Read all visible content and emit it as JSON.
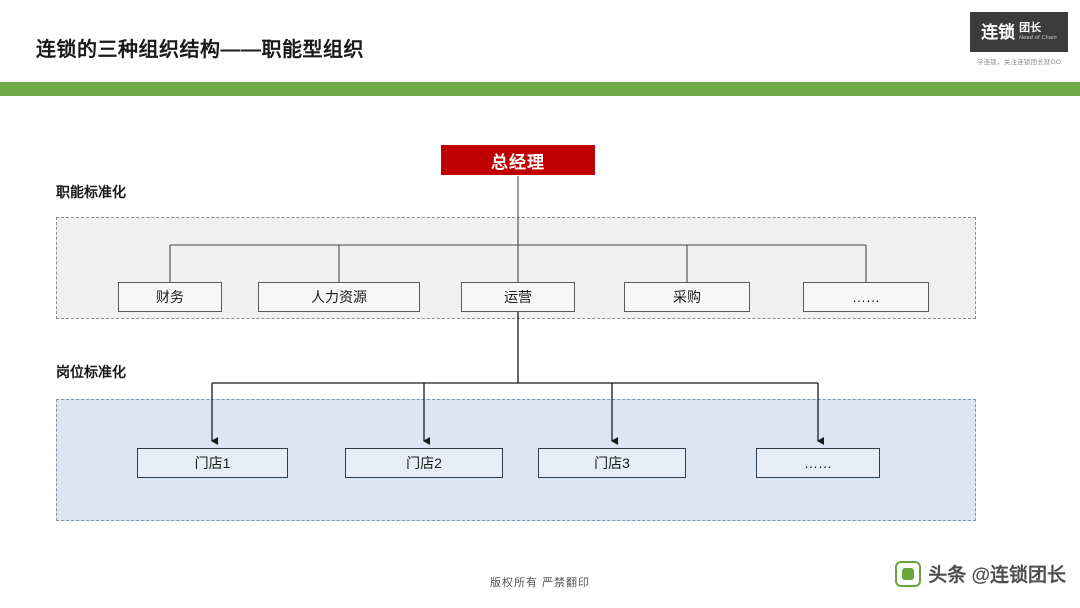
{
  "header": {
    "title": "连锁的三种组织结构——职能型组织",
    "accent_green": "#6CAB47"
  },
  "logo": {
    "main": "连锁",
    "sub": "团长",
    "english": "Head of Chain",
    "tagline": "学连锁，关注连锁团长就GO"
  },
  "chart_data": {
    "type": "diagram",
    "title": "职能型组织结构图",
    "root": {
      "label": "总经理",
      "color": "#C00000",
      "text_color": "#FFFFFF"
    },
    "sections": [
      {
        "caption": "职能标准化",
        "fill": "#F0F0F0",
        "border": "#8C8C8C",
        "nodes": [
          {
            "label": "财务"
          },
          {
            "label": "人力资源"
          },
          {
            "label": "运营"
          },
          {
            "label": "采购"
          },
          {
            "label": "……"
          }
        ]
      },
      {
        "caption": "岗位标准化",
        "fill": "#DCE6F2",
        "border": "#7F94AD",
        "nodes": [
          {
            "label": "门店1"
          },
          {
            "label": "门店2"
          },
          {
            "label": "门店3"
          },
          {
            "label": "……"
          }
        ]
      }
    ],
    "edges": [
      {
        "from": "总经理",
        "to": "财务",
        "arrow": false
      },
      {
        "from": "总经理",
        "to": "人力资源",
        "arrow": false
      },
      {
        "from": "总经理",
        "to": "运营",
        "arrow": false
      },
      {
        "from": "总经理",
        "to": "采购",
        "arrow": false
      },
      {
        "from": "总经理",
        "to": "……",
        "arrow": false
      },
      {
        "from": "运营",
        "to": "门店1",
        "arrow": true
      },
      {
        "from": "运营",
        "to": "门店2",
        "arrow": true
      },
      {
        "from": "运营",
        "to": "门店3",
        "arrow": true
      },
      {
        "from": "运营",
        "to": "……",
        "arrow": true
      }
    ]
  },
  "footer": {
    "copyright": "版权所有  严禁翻印"
  },
  "watermark": {
    "text": "头条 @连锁团长"
  }
}
